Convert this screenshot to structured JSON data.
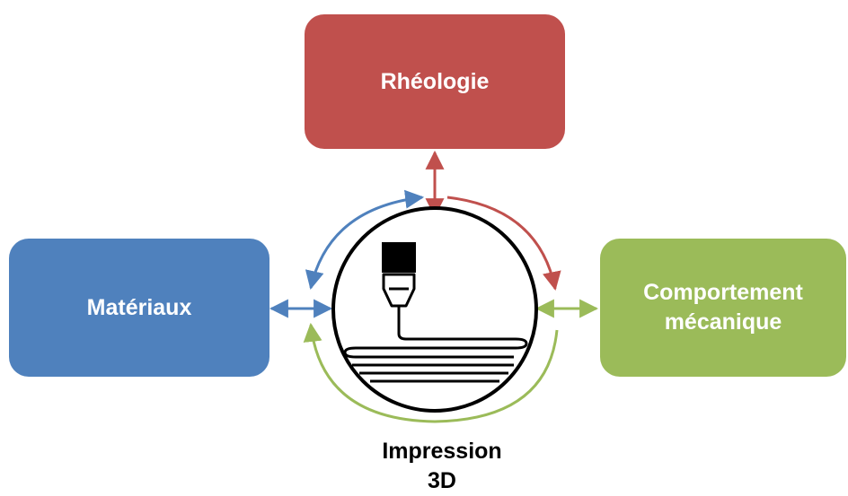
{
  "nodes": {
    "rheologie": {
      "label": "Rhéologie",
      "color": "#c0504d"
    },
    "materiaux": {
      "label": "Matériaux",
      "color": "#4f81bd"
    },
    "comportement": {
      "line1": "Comportement",
      "line2": "mécanique",
      "color": "#9bbb59"
    }
  },
  "center": {
    "caption_line1": "Impression",
    "caption_line2": "3D",
    "icon": "3d-printer-nozzle-icon"
  }
}
